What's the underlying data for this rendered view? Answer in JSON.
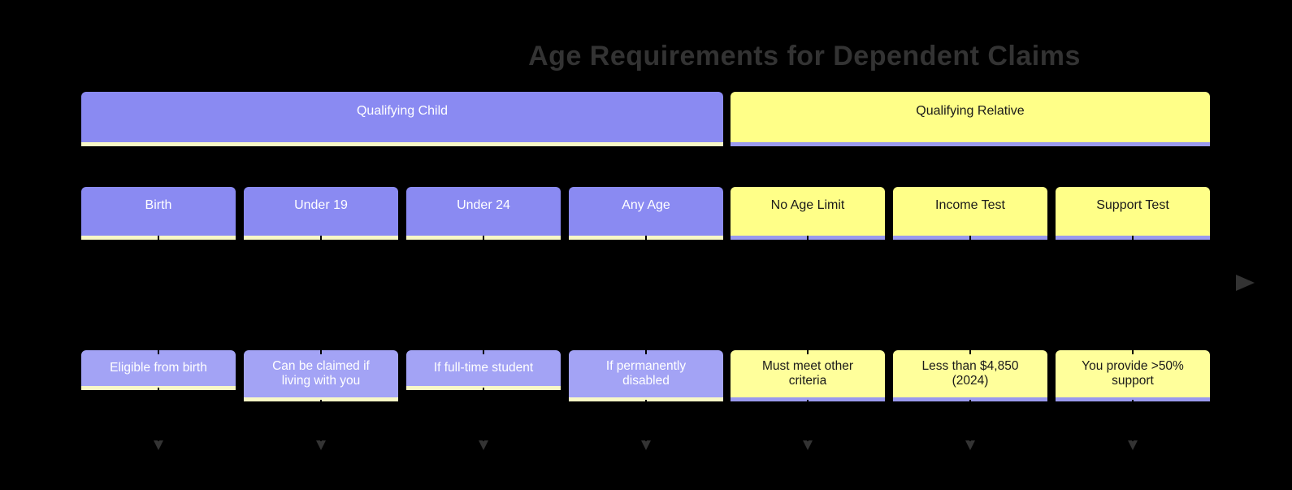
{
  "title": "Age Requirements for Dependent Claims",
  "sections": [
    {
      "label": "Qualifying Child",
      "color": "#8a8af2"
    },
    {
      "label": "Qualifying Relative",
      "color": "#ffff88"
    }
  ],
  "timeline": {
    "periods": [
      {
        "label": "Birth",
        "event": "Eligible from birth",
        "section": "Qualifying Child"
      },
      {
        "label": "Under 19",
        "event": "Can be claimed if living with you",
        "section": "Qualifying Child"
      },
      {
        "label": "Under 24",
        "event": "If full-time student",
        "section": "Qualifying Child"
      },
      {
        "label": "Any Age",
        "event": "If permanently disabled",
        "section": "Qualifying Child"
      },
      {
        "label": "No Age Limit",
        "event": "Must meet other criteria",
        "section": "Qualifying Relative"
      },
      {
        "label": "Income Test",
        "event": "Less than $4,850 (2024)",
        "section": "Qualifying Relative"
      },
      {
        "label": "Support Test",
        "event": "You provide >50% support",
        "section": "Qualifying Relative"
      }
    ]
  },
  "icons": {
    "axis_arrow": "right-triangle",
    "event_arrow": "down-triangle"
  },
  "colors": {
    "background": "#000000",
    "section_purple": "#8a8af2",
    "event_purple": "#a3a3f5",
    "section_yellow": "#ffff88",
    "event_yellow": "#ffff9b",
    "underline_cream": "#f8f8c6",
    "underline_periwinkle": "#9a9aee",
    "title_gray": "#333333",
    "arrow_gray": "#333333"
  }
}
